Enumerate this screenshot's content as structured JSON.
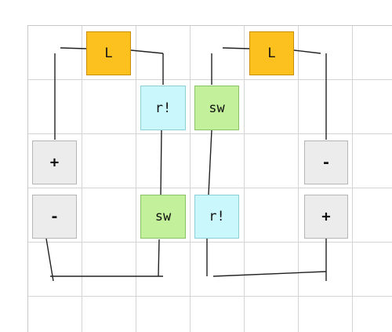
{
  "diagram": {
    "circuits": [
      {
        "lamp": "L",
        "top_component": "r!",
        "bottom_component": "sw",
        "battery_top": "+",
        "battery_bottom": "-"
      },
      {
        "lamp": "L",
        "top_component": "sw",
        "bottom_component": "r!",
        "battery_top": "-",
        "battery_bottom": "+"
      }
    ],
    "colors": {
      "lamp": "#fcc01f",
      "reed": "#c9f7fb",
      "switch": "#c3f09a",
      "battery": "#ececec"
    },
    "icons": [
      "lamp-tile",
      "reed-switch-tile",
      "switch-tile",
      "battery-terminal-tile"
    ]
  }
}
